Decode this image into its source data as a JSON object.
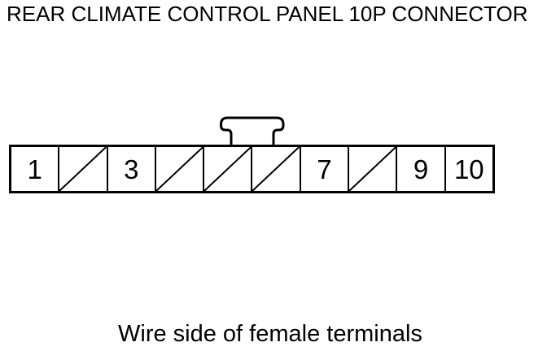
{
  "page": {
    "title": "REAR CLIMATE CONTROL PANEL 10P CONNECTOR",
    "caption": "Wire side of female terminals"
  },
  "colors": {
    "ink": "#000000",
    "background": "#ffffff"
  },
  "connector": {
    "description": "10-position connector body, viewed from wire side of female terminals, lock tab on top center",
    "cells": [
      {
        "label": "1",
        "blocked": false
      },
      {
        "label": "",
        "blocked": true
      },
      {
        "label": "3",
        "blocked": false
      },
      {
        "label": "",
        "blocked": true
      },
      {
        "label": "",
        "blocked": true
      },
      {
        "label": "",
        "blocked": true
      },
      {
        "label": "7",
        "blocked": false
      },
      {
        "label": "",
        "blocked": true
      },
      {
        "label": "9",
        "blocked": false
      },
      {
        "label": "10",
        "blocked": false
      }
    ]
  }
}
